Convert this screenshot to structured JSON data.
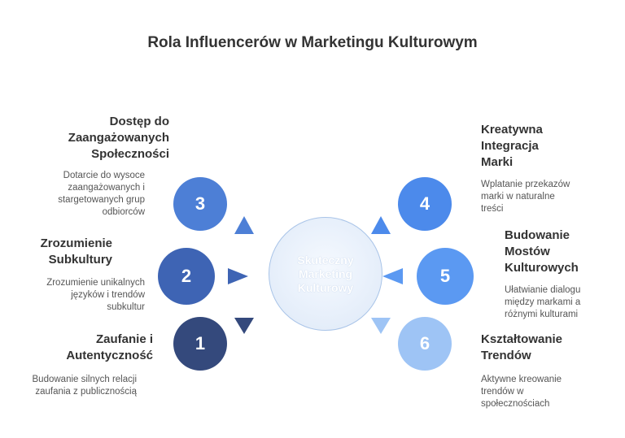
{
  "title": "Rola Influencerów w Marketingu Kulturowym",
  "center_label": "Skuteczny Marketing Kulturowy",
  "items": [
    {
      "number": "3",
      "heading": "Dostęp do Zaangażowanych Społeczności",
      "description": "Dotarcie do wysoce zaangażowanych i stargetowanych grup odbiorców",
      "color": "#4d7fd6"
    },
    {
      "number": "2",
      "heading": "Zrozumienie Subkultury",
      "description": "Zrozumienie unikalnych języków i trendów subkultur",
      "color": "#3e64b4"
    },
    {
      "number": "1",
      "heading": "Zaufanie i Autentyczność",
      "description": "Budowanie silnych relacji zaufania z publicznością",
      "color": "#34497c"
    },
    {
      "number": "4",
      "heading": "Kreatywna Integracja Marki",
      "description": "Wplatanie przekazów marki w naturalne treści",
      "color": "#4c8aeb"
    },
    {
      "number": "5",
      "heading": "Budowanie Mostów Kulturowych",
      "description": "Ułatwianie dialogu między markami a różnymi kulturami",
      "color": "#5b99f2"
    },
    {
      "number": "6",
      "heading": "Kształtowanie Trendów",
      "description": "Aktywne kreowanie trendów w społecznościach",
      "color": "#9ec4f5"
    }
  ]
}
